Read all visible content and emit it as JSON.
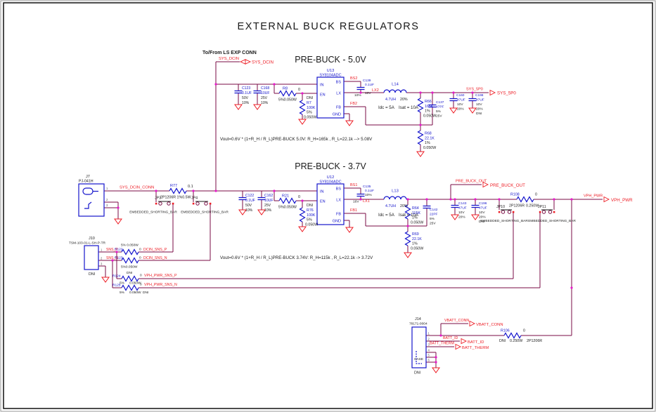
{
  "title": "EXTERNAL BUCK REGULATORS",
  "colors": {
    "background": "#FFFFFF",
    "border": "#000000",
    "wire": "#7A0B45",
    "component": "#1414CC",
    "net_label": "#ED1C24",
    "text": "#1A1A1A",
    "junction": "#E519C9"
  },
  "notes": {
    "ls_exp_conn": "To/From LS EXP CONN",
    "idc": "Idc  = 5A",
    "isat": "Isat = 10A",
    "formula5": "Vout=0.6V * (1+R_H / R_L)PRE-BUCK 5.0V: R_H=165k  , R_L=22.1k --> 5.08V",
    "formula37": "Vout=0.6V * (1+R_H / R_L)PRE-BUCK 3.74V: R_H=115k  , R_L=22.1k -> 3.72V"
  },
  "sections": {
    "prebuck5": {
      "heading": "PRE-BUCK - 5.0V"
    },
    "prebuck37": {
      "heading": "PRE-BUCK - 3.7V"
    }
  },
  "ports": {
    "sys_dcin": "SYS_DCIN",
    "sys_5p0": "SYS_5P0",
    "pre_buck_out": "PRE_BUCK_OUT",
    "vph_pwr": "VPH_PWR",
    "vbatt_conn": "VBATT_CONN",
    "batt_id": "BATT_ID",
    "batt_therm": "BATT_THERM"
  },
  "nets": {
    "sys_dcin": "SYS_DCIN",
    "sys_dcin_conn": "SYS_DCIN_CONN",
    "bs2": "BS2",
    "lx2": "LX2",
    "fb2": "FB2",
    "sys_5p0": "SYS_5P0",
    "bs1": "BS1",
    "lx1": "LX1",
    "fb1": "FB1",
    "pre_buck_out": "PRE_BUCK_OUT",
    "vph_pwr": "VPH_PWR",
    "sns_p": "SNS_P",
    "sns_n": "SNS_N",
    "dcin_sns_p": "DCIN_SNS_P",
    "dcin_sns_n": "DCIN_SNS_N",
    "vph_pwr_sns_p": "VPH_PWR_SNS_P",
    "vph_pwr_sns_n": "VPH_PWR_SNS_N",
    "vbatt_conn": "VBATT_CONN",
    "batt_id": "BATT_ID",
    "batt_therm": "BATT_THERM"
  },
  "components": {
    "U13": {
      "ref": "U13",
      "part": "SY8104ADC",
      "pins": {
        "in": "IN",
        "en": "EN",
        "bs": "BS",
        "lx": "LX",
        "fb": "FB",
        "gnd": "GND"
      }
    },
    "U12": {
      "ref": "U12",
      "part": "SY8104ADC",
      "pins": {
        "in": "IN",
        "en": "EN",
        "bs": "BS",
        "lx": "LX",
        "fb": "FB",
        "gnd": "GND"
      }
    },
    "C123": {
      "ref": "C123",
      "value": "0.1UF",
      "volt": "50V",
      "tol": "10%"
    },
    "C168": {
      "ref": "C168",
      "value": "10UF",
      "volt": "25V",
      "tol": "10%"
    },
    "R8": {
      "ref": "R8",
      "value": "0",
      "spec": "5%0.050W"
    },
    "R7": {
      "ref": "R7",
      "dni": "DNI",
      "value": "100K",
      "tol": "5%",
      "power": "0.050W"
    },
    "C139": {
      "ref": "C139",
      "value": "0.1UF",
      "volt": "10V",
      "tol": "10%"
    },
    "L14": {
      "ref": "L14",
      "value": "4.7UH",
      "tol": "20%"
    },
    "R66": {
      "ref": "R66",
      "value": "165K",
      "tol": "1%",
      "power": "0.050W"
    },
    "C137": {
      "ref": "C137",
      "value": "47PF",
      "tol": "5%",
      "volt": "25V"
    },
    "R68": {
      "ref": "R68",
      "value": "22.1K",
      "tol": "1%",
      "power": "0.050W"
    },
    "C160": {
      "ref": "C160",
      "value": "47UF",
      "volt": "10V",
      "tol": "20%"
    },
    "C198": {
      "ref": "C198",
      "value": "47UF",
      "volt": "10V",
      "tol": "20%",
      "dni": "DNI"
    },
    "J7": {
      "ref": "J7",
      "part": "PJ-041H",
      "pin_numbers": [
        "1",
        "2",
        "3"
      ]
    },
    "R77": {
      "ref": "R77",
      "value": "0.1",
      "spec": "2P1206R 1%0.5W"
    },
    "JP3": {
      "ref": "JP3",
      "part": "EMBEDDED_SHORTING_BAR"
    },
    "JP4": {
      "ref": "JP4",
      "part": "EMBEDDED_SHORTING_BAR"
    },
    "C122": {
      "ref": "C122",
      "value": "0.1UF",
      "volt": "50V",
      "tol": "10%"
    },
    "C162": {
      "ref": "C162",
      "value": "10UF",
      "volt": "25V",
      "tol": "10%"
    },
    "R21": {
      "ref": "R21",
      "value": "0",
      "spec": "5%0.050W"
    },
    "R76": {
      "ref": "R76",
      "dni": "DNI",
      "value": "100K",
      "tol": "5%",
      "power": "0.050W"
    },
    "C135": {
      "ref": "C135",
      "value": "0.1UF",
      "tol": "10%",
      "volt": "16V"
    },
    "L13": {
      "ref": "L13",
      "value": "4.7UH",
      "tol": "20%"
    },
    "R64": {
      "ref": "R64",
      "value": "115K",
      "tol": "1%",
      "power": "0.050W"
    },
    "C142": {
      "ref": "C142",
      "value": "22PF",
      "tol": "5%",
      "volt": "25V"
    },
    "R69": {
      "ref": "R69",
      "value": "22.1K",
      "tol": "1%",
      "power": "0.050W"
    },
    "C143": {
      "ref": "C143",
      "value": "47UF",
      "volt": "10V",
      "tol": "20%"
    },
    "C196": {
      "ref": "C196",
      "value": "47UF",
      "volt": "10V",
      "tol": "20%",
      "dni": "DNI"
    },
    "R108": {
      "ref": "R108",
      "value": "0",
      "part": "2P1206R",
      "power": "0.250W"
    },
    "JP10": {
      "ref": "JP10",
      "part": "EMBEDDED_SHORTING_BAR"
    },
    "JP11": {
      "ref": "JP11",
      "part": "EMBEDDED_SHORTING_BAR"
    },
    "J10": {
      "ref": "J10",
      "part": "TSM-103-01-L-SH-P-TR",
      "dni": "DNI",
      "pin_numbers": [
        "1",
        "2",
        "3"
      ]
    },
    "R122": {
      "ref": "R122",
      "value": "0",
      "spec": "5% 0.050W"
    },
    "R123": {
      "ref": "R123",
      "value": "0",
      "spec": "5%0.050W"
    },
    "R124": {
      "ref": "R124",
      "value": "0",
      "dni": "DNI",
      "tol": "5%",
      "power": "0.050W"
    },
    "R125": {
      "ref": "R125",
      "value": "0",
      "dni": "DNI",
      "tol": "5%",
      "power": "0.050W"
    },
    "J14": {
      "ref": "J14",
      "part": "78171-0004",
      "case": "CASE",
      "dni": "DNI",
      "pin_numbers": [
        "1",
        "2",
        "3",
        "4",
        "5",
        "6"
      ]
    },
    "R106": {
      "ref": "R106",
      "value": "0",
      "dni": "DNI",
      "power": "0.250W",
      "part": "2P1206R"
    }
  }
}
